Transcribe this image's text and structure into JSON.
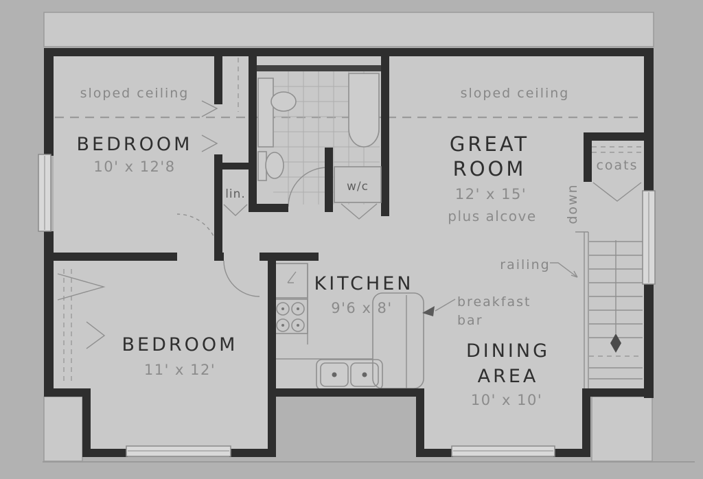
{
  "plan": {
    "rooms": {
      "bedroom1": {
        "name": "BEDROOM",
        "dims": "10' x 12'8"
      },
      "bedroom2": {
        "name": "BEDROOM",
        "dims": "11' x 12'"
      },
      "great_room": {
        "name_line1": "GREAT",
        "name_line2": "ROOM",
        "dims": "12' x 15'",
        "note": "plus alcove"
      },
      "kitchen": {
        "name": "KITCHEN",
        "dims": "9'6 x 8'"
      },
      "dining": {
        "name_line1": "DINING",
        "name_line2": "AREA",
        "dims": "10' x 10'"
      }
    },
    "labels": {
      "sloped_ceiling_left": "sloped ceiling",
      "sloped_ceiling_right": "sloped ceiling",
      "linen": "lin.",
      "water_closet": "w/c",
      "coats": "coats",
      "down": "down",
      "railing": "railing",
      "breakfast_line1": "breakfast",
      "breakfast_line2": "bar"
    },
    "colors": {
      "background": "#b2b2b2",
      "floor": "#c9c9c9",
      "wall": "#2e2e2e",
      "room_text": "#2f2f2f",
      "dim_text": "#8b8b8b",
      "annotation_text": "#878787",
      "fixture_line": "#8f8f8f"
    }
  }
}
